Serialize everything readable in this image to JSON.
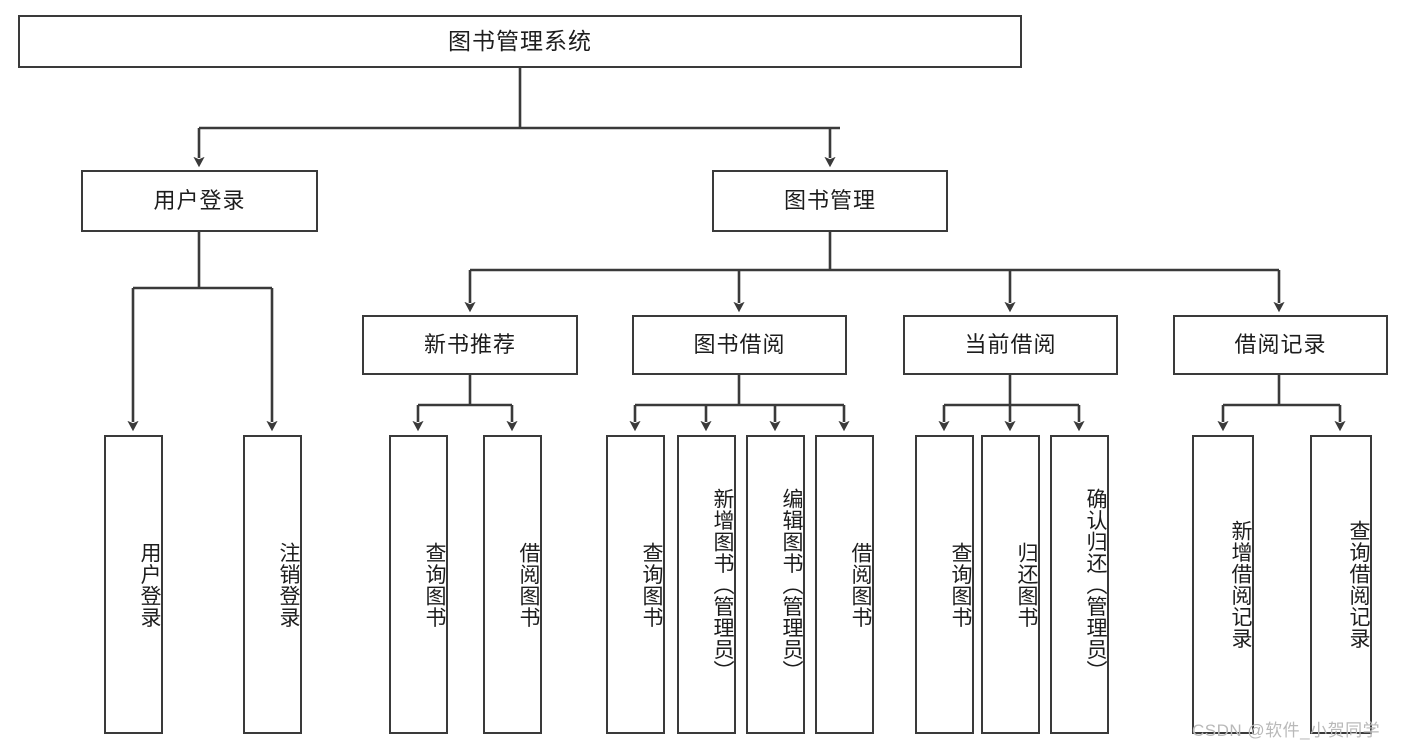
{
  "diagram": {
    "type": "tree-hierarchy",
    "title": "图书管理系统",
    "orientation": "top-down",
    "levels": 4,
    "root": {
      "label": "图书管理系统"
    },
    "level2": [
      {
        "label": "用户登录"
      },
      {
        "label": "图书管理"
      }
    ],
    "level3": [
      {
        "label": "新书推荐"
      },
      {
        "label": "图书借阅"
      },
      {
        "label": "当前借阅"
      },
      {
        "label": "借阅记录"
      }
    ],
    "leaves": {
      "user_login": [
        {
          "label": "用户登录"
        },
        {
          "label": "注销登录"
        }
      ],
      "new_book_recommend": [
        {
          "label": "查询图书"
        },
        {
          "label": "借阅图书"
        }
      ],
      "book_borrow": [
        {
          "label": "查询图书"
        },
        {
          "label": "新增图书（管理员）"
        },
        {
          "label": "编辑图书（管理员）"
        },
        {
          "label": "借阅图书"
        }
      ],
      "current_borrow": [
        {
          "label": "查询图书"
        },
        {
          "label": "归还图书"
        },
        {
          "label": "确认归还（管理员）"
        }
      ],
      "borrow_record": [
        {
          "label": "新增借阅记录"
        },
        {
          "label": "查询借阅记录"
        }
      ]
    }
  },
  "watermark": {
    "text": "CSDN @软件_小贺同学"
  },
  "colors": {
    "border": "#3a3a3a",
    "text": "#1d1d1d",
    "background": "#ffffff",
    "watermark": "#b9b9b9"
  }
}
